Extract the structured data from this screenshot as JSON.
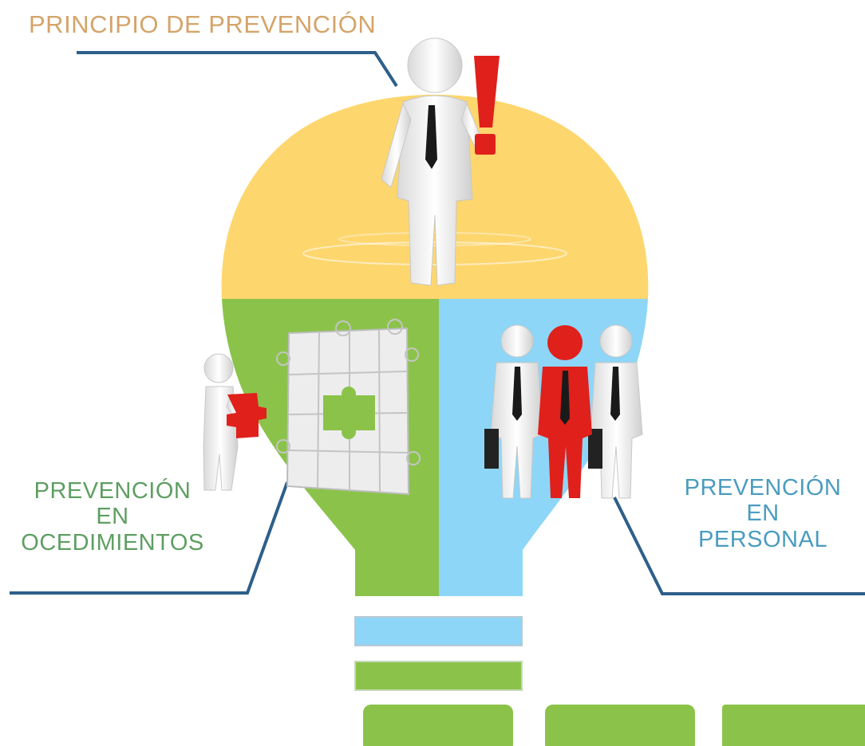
{
  "title": "PRINCIPIO DE PREVENCIÓN",
  "left_label": {
    "line1": "PREVENCIÓN",
    "line2": "EN",
    "line3": "OCEDIMIENTOS"
  },
  "right_label": {
    "line1": "PREVENCIÓN",
    "line2": "EN",
    "line3": "PERSONAL"
  },
  "colors": {
    "title": "#D4A46A",
    "left_label": "#5E9E62",
    "right_label": "#4A9CC0",
    "bulb_top": "#FDD66E",
    "bulb_left": "#8BC34A",
    "bulb_right": "#8ED6F7",
    "connector": "#2E5F8A",
    "accent_red": "#E0201B"
  },
  "icons": [
    "person-exclamation-icon",
    "person-puzzle-icon",
    "puzzle-wall-icon",
    "business-team-icon"
  ]
}
